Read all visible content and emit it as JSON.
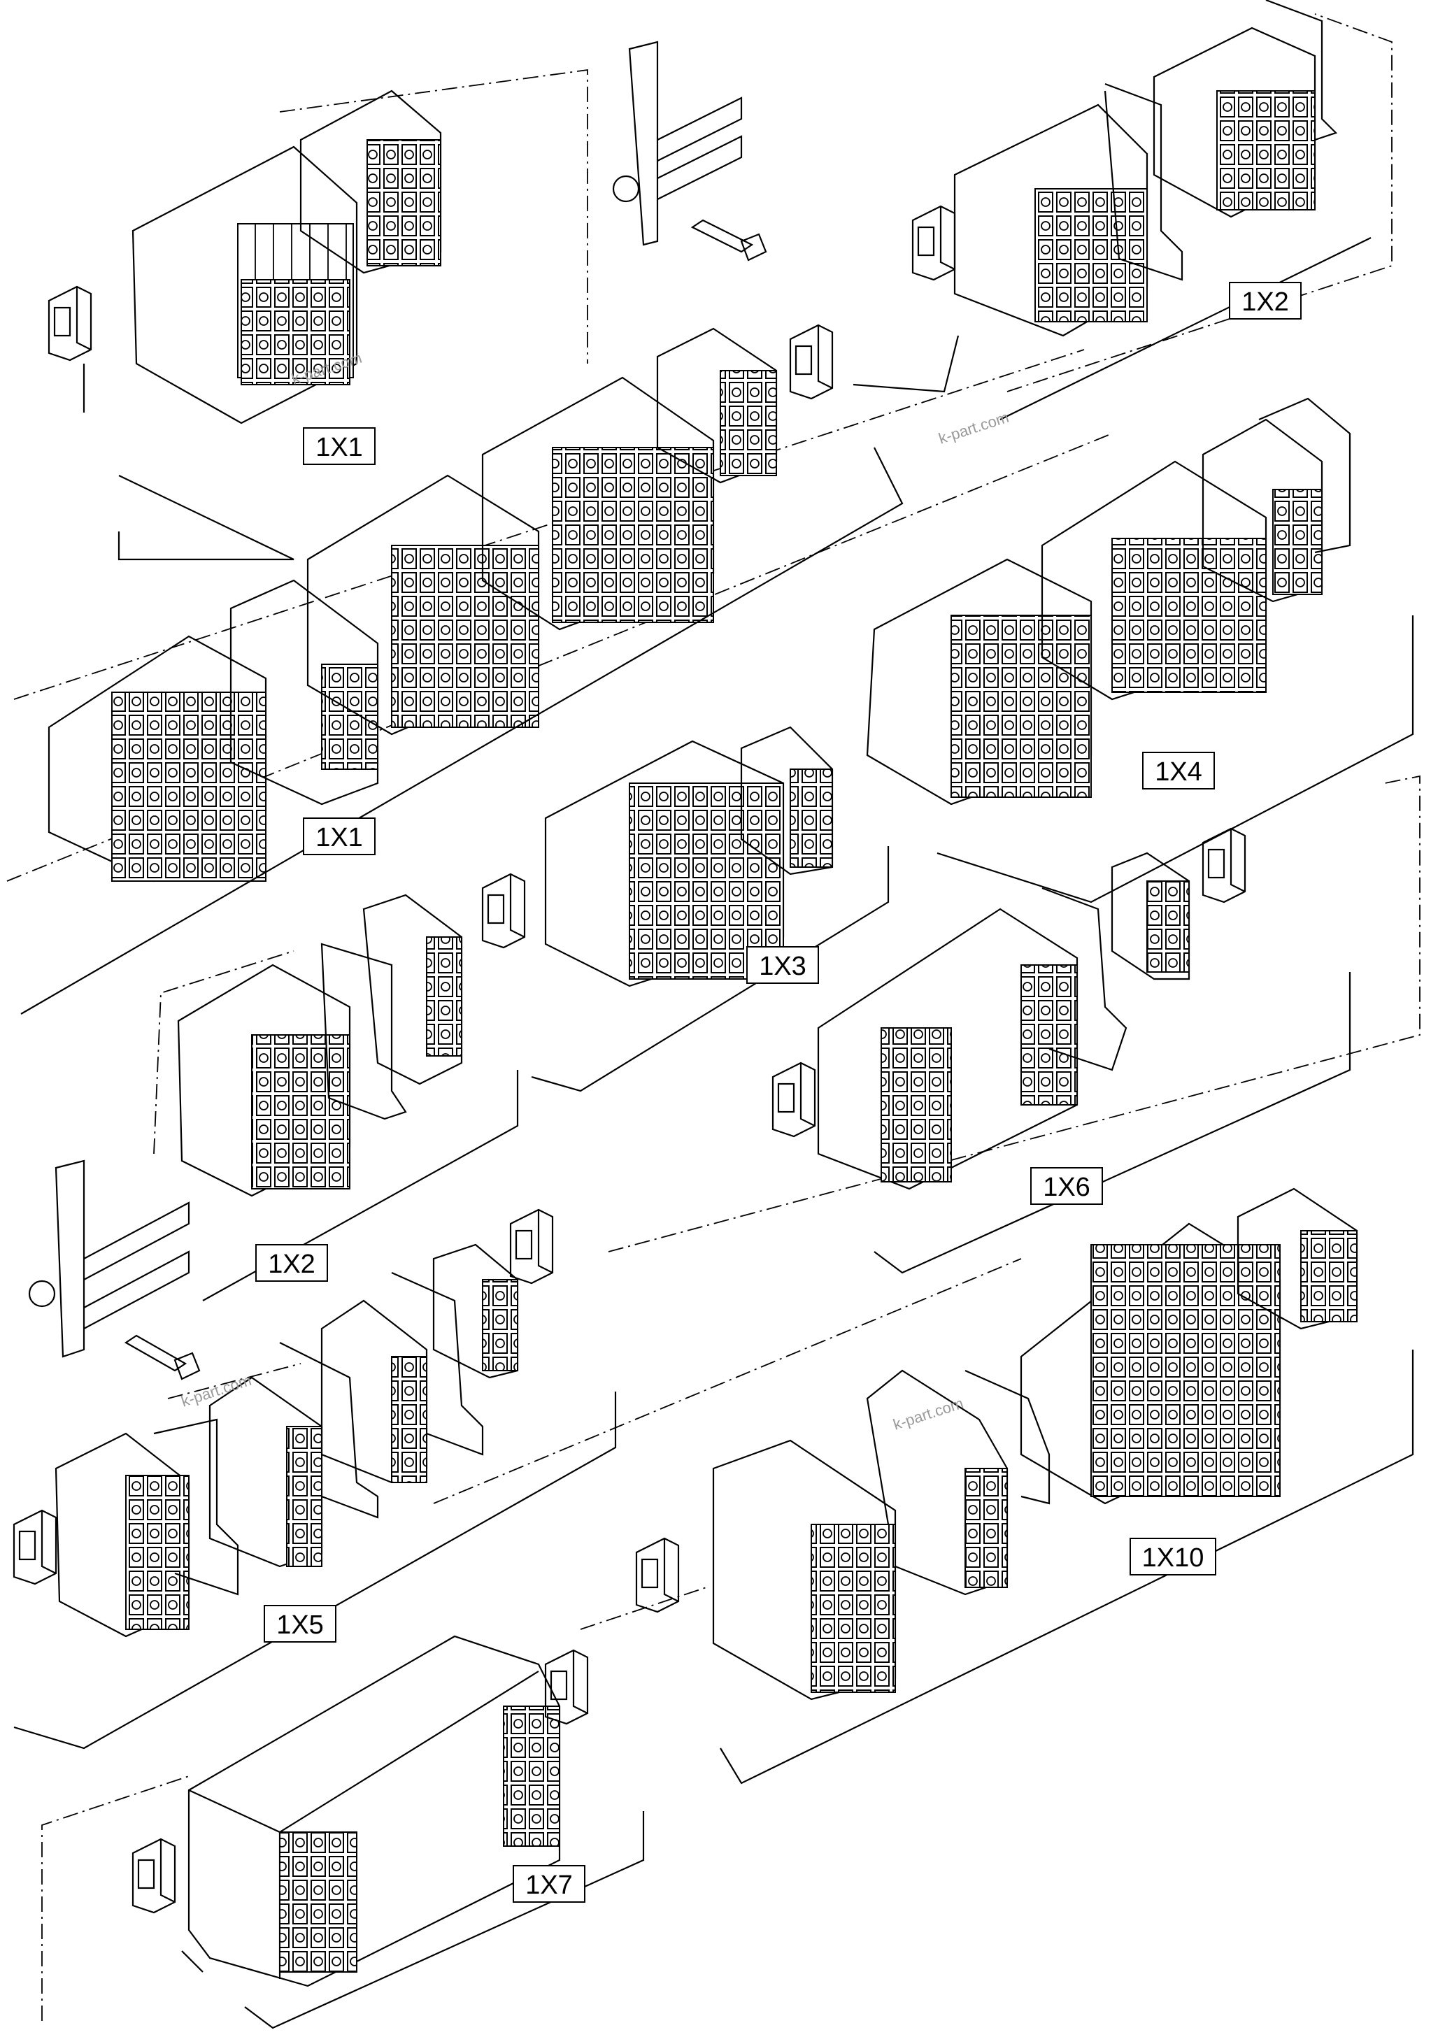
{
  "groups": [
    {
      "key": "g1x1a",
      "label": "1X1"
    },
    {
      "key": "g1x2a",
      "label": "1X2"
    },
    {
      "key": "g1x1b",
      "label": "1X1"
    },
    {
      "key": "g1x4",
      "label": "1X4"
    },
    {
      "key": "g1x3",
      "label": "1X3"
    },
    {
      "key": "g1x6",
      "label": "1X6"
    },
    {
      "key": "g1x2b",
      "label": "1X2"
    },
    {
      "key": "g1x5",
      "label": "1X5"
    },
    {
      "key": "g1x10",
      "label": "1X10"
    },
    {
      "key": "g1x7",
      "label": "1X7"
    }
  ],
  "watermark": "k-part.com"
}
